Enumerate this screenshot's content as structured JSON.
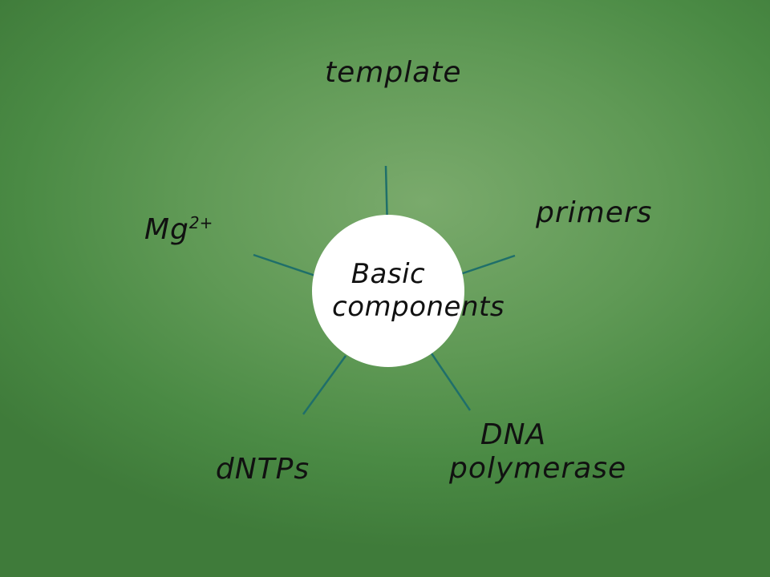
{
  "center": {
    "label": "Basic components"
  },
  "nodes": {
    "template": "template",
    "primers": "primers",
    "dna_polymerase": "DNA polymerase",
    "dntps": "dNTPs",
    "mg": {
      "base": "Mg",
      "superscript": "2+"
    }
  },
  "colors": {
    "connector": "#1f6f6a",
    "background": "#5f9955",
    "circle": "#ffffff",
    "text": "#111111"
  }
}
